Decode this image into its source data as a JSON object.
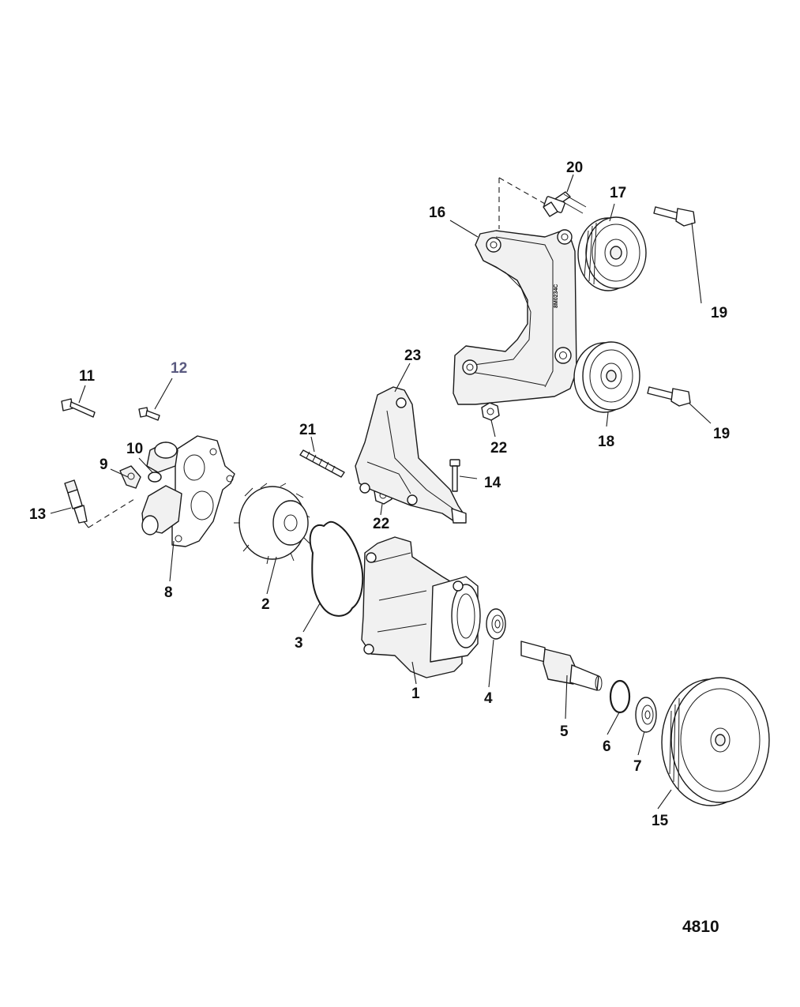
{
  "figure_number": "4810",
  "bracket_stamp": "8M0234C",
  "callout_color_highlight": "#5a5a80",
  "callouts": [
    {
      "id": "1",
      "label": "1"
    },
    {
      "id": "2",
      "label": "2"
    },
    {
      "id": "3",
      "label": "3"
    },
    {
      "id": "4",
      "label": "4"
    },
    {
      "id": "5",
      "label": "5"
    },
    {
      "id": "6",
      "label": "6"
    },
    {
      "id": "7",
      "label": "7"
    },
    {
      "id": "8",
      "label": "8"
    },
    {
      "id": "9",
      "label": "9"
    },
    {
      "id": "10",
      "label": "10"
    },
    {
      "id": "11",
      "label": "11"
    },
    {
      "id": "12",
      "label": "12"
    },
    {
      "id": "13",
      "label": "13"
    },
    {
      "id": "14",
      "label": "14"
    },
    {
      "id": "15",
      "label": "15"
    },
    {
      "id": "16",
      "label": "16"
    },
    {
      "id": "17",
      "label": "17"
    },
    {
      "id": "18",
      "label": "18"
    },
    {
      "id": "19a",
      "label": "19"
    },
    {
      "id": "19b",
      "label": "19"
    },
    {
      "id": "20",
      "label": "20"
    },
    {
      "id": "21",
      "label": "21"
    },
    {
      "id": "22a",
      "label": "22"
    },
    {
      "id": "22b",
      "label": "22"
    },
    {
      "id": "23",
      "label": "23"
    }
  ]
}
